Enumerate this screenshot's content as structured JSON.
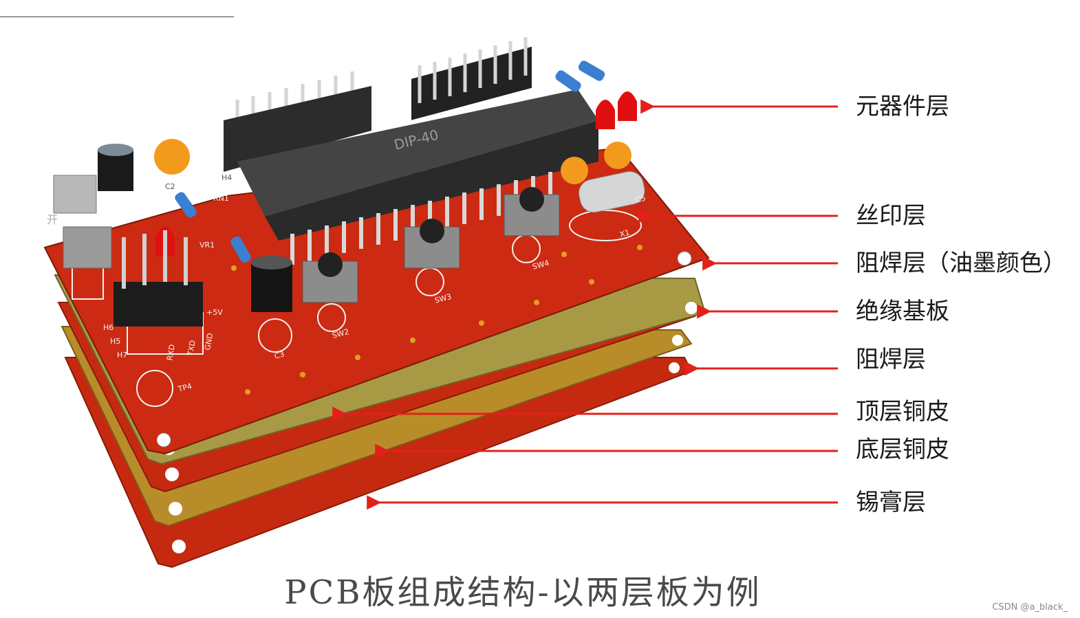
{
  "layers": [
    {
      "id": "component",
      "label": "元器件层"
    },
    {
      "id": "silkscreen",
      "label": "丝印层"
    },
    {
      "id": "soldermask-top",
      "label": "阻焊层（油墨颜色）"
    },
    {
      "id": "substrate",
      "label": "绝缘基板"
    },
    {
      "id": "soldermask-bottom",
      "label": "阻焊层"
    },
    {
      "id": "top-copper",
      "label": "顶层铜皮"
    },
    {
      "id": "bottom-copper",
      "label": "底层铜皮"
    },
    {
      "id": "paste",
      "label": "锡膏层"
    }
  ],
  "board": {
    "chip_label": "DIP-40",
    "silk_labels": [
      "SW2",
      "SW3",
      "SW4",
      "C3",
      "TP4",
      "H5",
      "H6",
      "H7",
      "+5V",
      "GND",
      "RXD",
      "TXD",
      "X1",
      "C5",
      "C2",
      "RN1",
      "H4",
      "VR1",
      "开"
    ]
  },
  "colors": {
    "arrow": "#e4201a",
    "board_red": "#cc2a12",
    "board_gold": "#b59a38",
    "chip": "#2a2a2a",
    "pin": "#d8d8d8"
  },
  "caption": "PCB板组成结构-以两层板为例",
  "watermark": "CSDN @a_black_"
}
